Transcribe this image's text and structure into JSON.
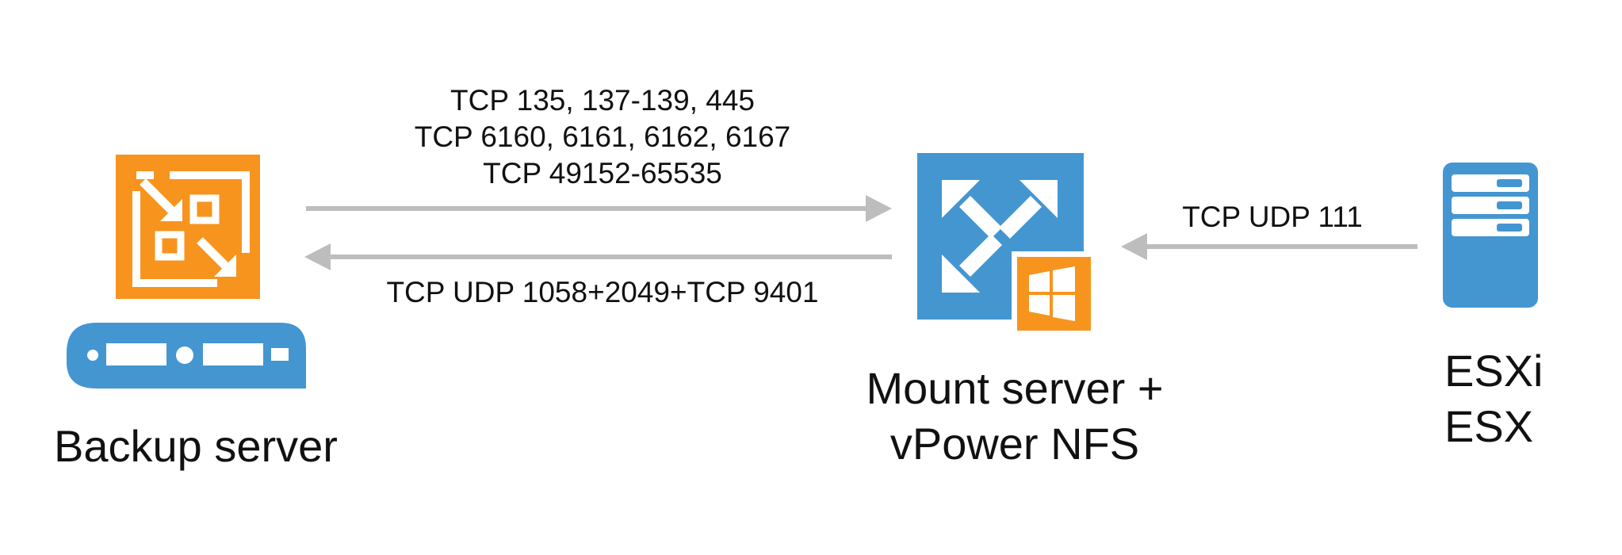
{
  "diagram": {
    "nodes": {
      "backup": {
        "label": "Backup server"
      },
      "mount": {
        "label_line1": "Mount server +",
        "label_line2": "vPower NFS"
      },
      "esx": {
        "label_line1": "ESXi",
        "label_line2": "ESX"
      }
    },
    "links": {
      "backup_to_mount": {
        "line1": "TCP 135, 137-139, 445",
        "line2": "TCP 6160, 6161, 6162, 6167",
        "line3": "TCP 49152-65535"
      },
      "mount_to_backup": {
        "label": "TCP UDP 1058+2049+TCP 9401"
      },
      "esx_to_mount": {
        "label": "TCP UDP 111"
      }
    },
    "colors": {
      "orange": "#F7941E",
      "blue": "#4496D1",
      "arrow_gray": "#BDBDBD",
      "white": "#FFFFFF"
    },
    "icons": {
      "backup": "veeam-backup-server-icon",
      "mount": "mount-server-icon",
      "windows": "windows-logo-icon",
      "esx": "esx-host-icon"
    }
  }
}
